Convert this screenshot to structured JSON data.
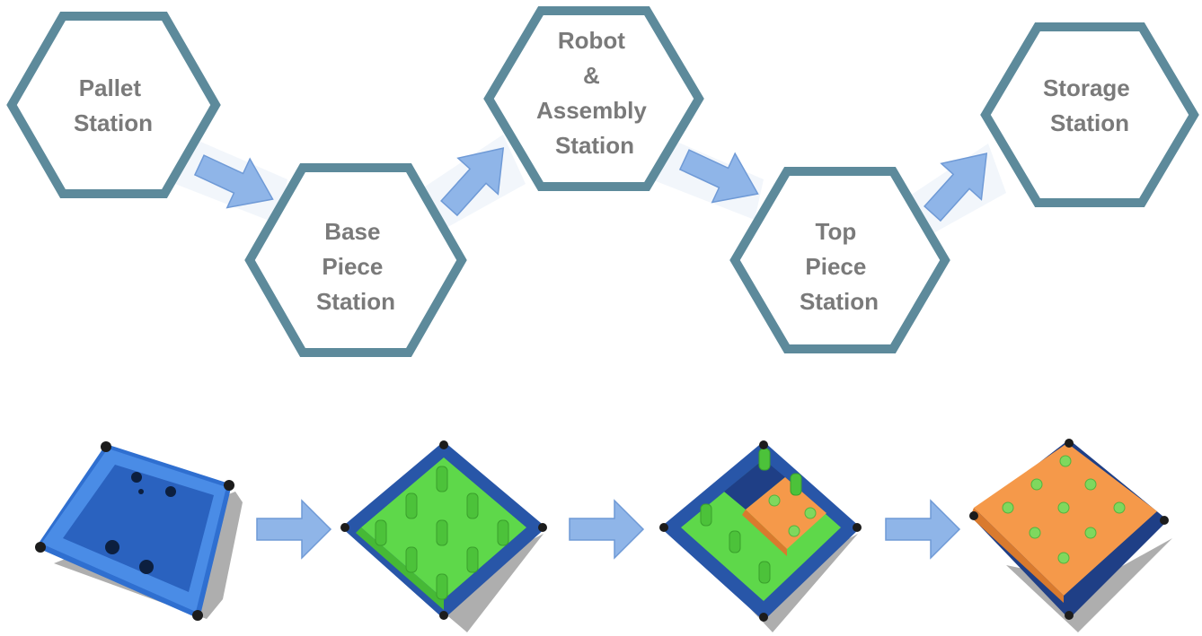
{
  "stations": [
    {
      "id": "pallet",
      "lines": [
        "Pallet",
        "Station"
      ]
    },
    {
      "id": "base-piece",
      "lines": [
        "Base",
        "Piece",
        "Station"
      ]
    },
    {
      "id": "robot-assembly",
      "lines": [
        "Robot",
        "&",
        "Assembly",
        "Station"
      ]
    },
    {
      "id": "top-piece",
      "lines": [
        "Top",
        "Piece",
        "Station"
      ]
    },
    {
      "id": "storage",
      "lines": [
        "Storage",
        "Station"
      ]
    }
  ],
  "products": [
    {
      "id": "empty-pallet",
      "stage": "empty"
    },
    {
      "id": "pallet-with-base",
      "stage": "base"
    },
    {
      "id": "partial-assembly",
      "stage": "partial"
    },
    {
      "id": "full-assembly",
      "stage": "full"
    }
  ],
  "colors": {
    "hex_stroke": "#5d8a9b",
    "label": "#7a7a7a",
    "arrow_fill": "#8fb5e8",
    "pallet_blue": "#2f6fd0",
    "base_green": "#5ed84a",
    "top_orange": "#f5994a"
  }
}
